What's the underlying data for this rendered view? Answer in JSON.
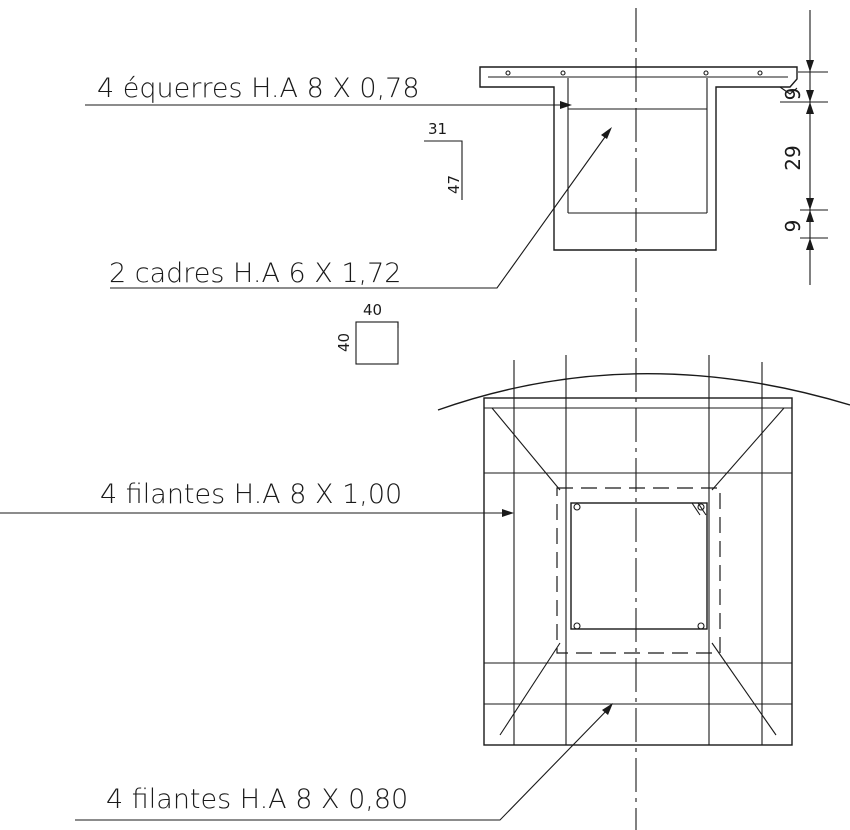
{
  "labels": {
    "equerres": "4 équerres H.A 8 X 0,78",
    "cadres": "2 cadres H.A 6 X 1,72",
    "filantes_top": "4 filantes H.A 8 X 1,00",
    "filantes_bottom": "4 filantes  H.A 8 X 0,80"
  },
  "bar_shapes": {
    "equerre_horizontal": "31",
    "equerre_vertical": "47",
    "cadre_width": "40",
    "cadre_height": "40"
  },
  "dimensions": {
    "top": "9",
    "middle": "29",
    "bottom": "9"
  }
}
